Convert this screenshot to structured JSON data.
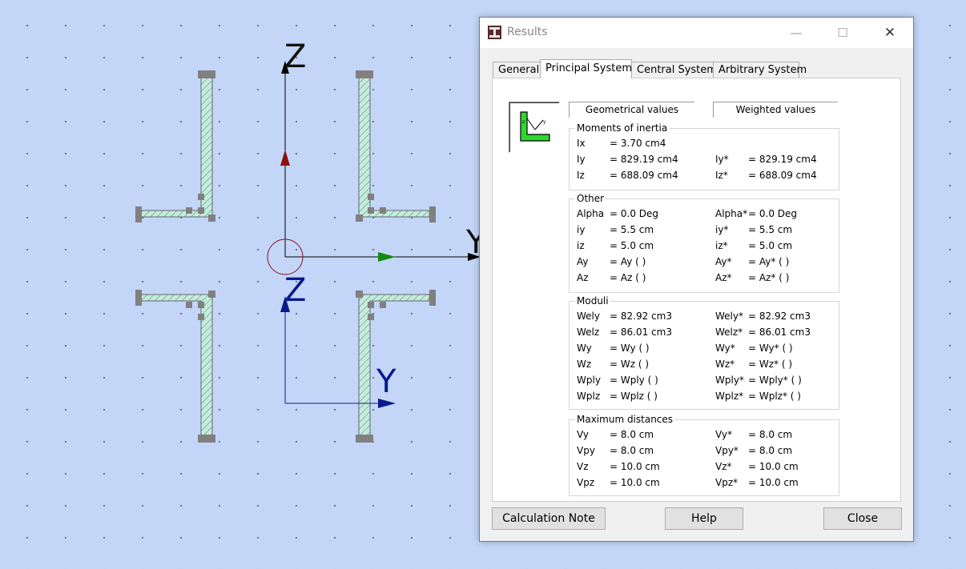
{
  "colors": {
    "canvas": "#c3d6f8",
    "profile_fill": "#c8eadc",
    "axis_red": "#8b1010",
    "axis_green": "#138a13",
    "axis_blue": "#0a1a8c"
  },
  "canvas": {
    "upper_axes": {
      "z": "Z",
      "y": "Y"
    },
    "lower_axes": {
      "z": "Z",
      "y": "Y"
    }
  },
  "window": {
    "title": "Results",
    "icon": "beam-section-icon",
    "controls": {
      "minimize": "—",
      "maximize": "☐",
      "close": "✕"
    }
  },
  "tabs": [
    {
      "label": "General",
      "active": false
    },
    {
      "label": "Principal System",
      "active": true
    },
    {
      "label": "Central System",
      "active": false
    },
    {
      "label": "Arbitrary System",
      "active": false
    }
  ],
  "headers": {
    "geometrical": "Geometrical values",
    "weighted": "Weighted values"
  },
  "groups": {
    "moments": {
      "title": "Moments of inertia",
      "left": [
        [
          "Ix",
          "= 3.70 cm4"
        ],
        [
          "Iy",
          "= 829.19 cm4"
        ],
        [
          "Iz",
          "= 688.09 cm4"
        ]
      ],
      "right": [
        [
          "",
          ""
        ],
        [
          "Iy*",
          "= 829.19 cm4"
        ],
        [
          "Iz*",
          "= 688.09 cm4"
        ]
      ]
    },
    "other": {
      "title": "Other",
      "left": [
        [
          "Alpha",
          "= 0.0 Deg"
        ],
        [
          "iy",
          "= 5.5 cm"
        ],
        [
          "iz",
          "= 5.0 cm"
        ],
        [
          "Ay",
          "= Ay ( )"
        ],
        [
          "Az",
          "= Az ( )"
        ]
      ],
      "right": [
        [
          "Alpha*",
          "= 0.0 Deg"
        ],
        [
          "iy*",
          "= 5.5 cm"
        ],
        [
          "iz*",
          "= 5.0 cm"
        ],
        [
          "Ay*",
          "= Ay* ( )"
        ],
        [
          "Az*",
          "= Az* ( )"
        ]
      ]
    },
    "moduli": {
      "title": "Moduli",
      "left": [
        [
          "Wely",
          "= 82.92 cm3"
        ],
        [
          "Welz",
          "= 86.01 cm3"
        ],
        [
          "Wy",
          "= Wy ( )"
        ],
        [
          "Wz",
          "= Wz ( )"
        ],
        [
          "Wply",
          "= Wply ( )"
        ],
        [
          "Wplz",
          "= Wplz ( )"
        ]
      ],
      "right": [
        [
          "Wely*",
          "= 82.92 cm3"
        ],
        [
          "Welz*",
          "= 86.01 cm3"
        ],
        [
          "Wy*",
          "= Wy* ( )"
        ],
        [
          "Wz*",
          "= Wz* ( )"
        ],
        [
          "Wply*",
          "= Wply* ( )"
        ],
        [
          "Wplz*",
          "= Wplz* ( )"
        ]
      ]
    },
    "distances": {
      "title": "Maximum distances",
      "left": [
        [
          "Vy",
          "= 8.0 cm"
        ],
        [
          "Vpy",
          "= 8.0 cm"
        ],
        [
          "Vz",
          "= 10.0 cm"
        ],
        [
          "Vpz",
          "= 10.0 cm"
        ]
      ],
      "right": [
        [
          "Vy*",
          "= 8.0 cm"
        ],
        [
          "Vpy*",
          "= 8.0 cm"
        ],
        [
          "Vz*",
          "= 10.0 cm"
        ],
        [
          "Vpz*",
          "= 10.0 cm"
        ]
      ]
    }
  },
  "buttons": {
    "calc_note": "Calculation Note",
    "help": "Help",
    "close": "Close"
  }
}
